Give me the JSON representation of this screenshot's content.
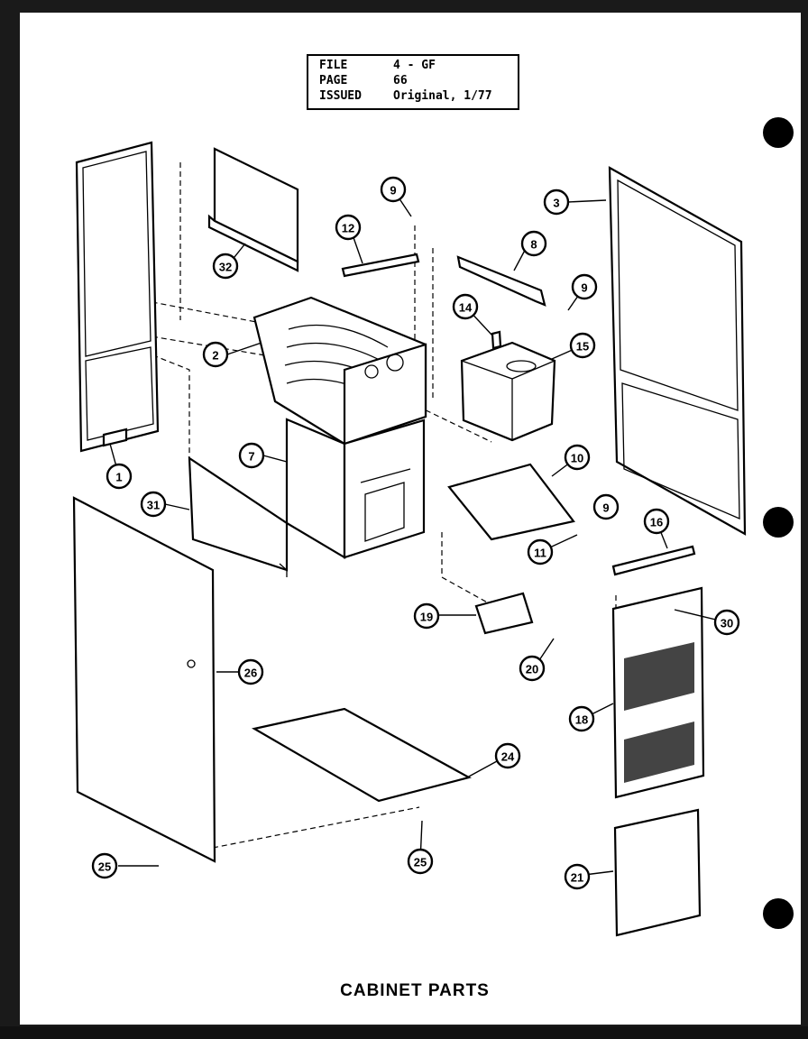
{
  "header": {
    "rows": [
      {
        "label": "FILE",
        "value": "4 - GF"
      },
      {
        "label": "PAGE",
        "value": "66"
      },
      {
        "label": "ISSUED",
        "value": "Original, 1/77"
      }
    ]
  },
  "title": "CABINET PARTS",
  "callouts": [
    {
      "id": "c1",
      "label": "1"
    },
    {
      "id": "c2",
      "label": "2"
    },
    {
      "id": "c3",
      "label": "3"
    },
    {
      "id": "c7",
      "label": "7"
    },
    {
      "id": "c8",
      "label": "8"
    },
    {
      "id": "c9a",
      "label": "9"
    },
    {
      "id": "c9b",
      "label": "9"
    },
    {
      "id": "c9c",
      "label": "9"
    },
    {
      "id": "c10",
      "label": "10"
    },
    {
      "id": "c11",
      "label": "11"
    },
    {
      "id": "c12",
      "label": "12"
    },
    {
      "id": "c14",
      "label": "14"
    },
    {
      "id": "c15",
      "label": "15"
    },
    {
      "id": "c16",
      "label": "16"
    },
    {
      "id": "c18",
      "label": "18"
    },
    {
      "id": "c19",
      "label": "19"
    },
    {
      "id": "c20",
      "label": "20"
    },
    {
      "id": "c21",
      "label": "21"
    },
    {
      "id": "c24",
      "label": "24"
    },
    {
      "id": "c25a",
      "label": "25"
    },
    {
      "id": "c25b",
      "label": "25"
    },
    {
      "id": "c26",
      "label": "26"
    },
    {
      "id": "c30",
      "label": "30"
    },
    {
      "id": "c31",
      "label": "31"
    },
    {
      "id": "c32",
      "label": "32"
    }
  ]
}
